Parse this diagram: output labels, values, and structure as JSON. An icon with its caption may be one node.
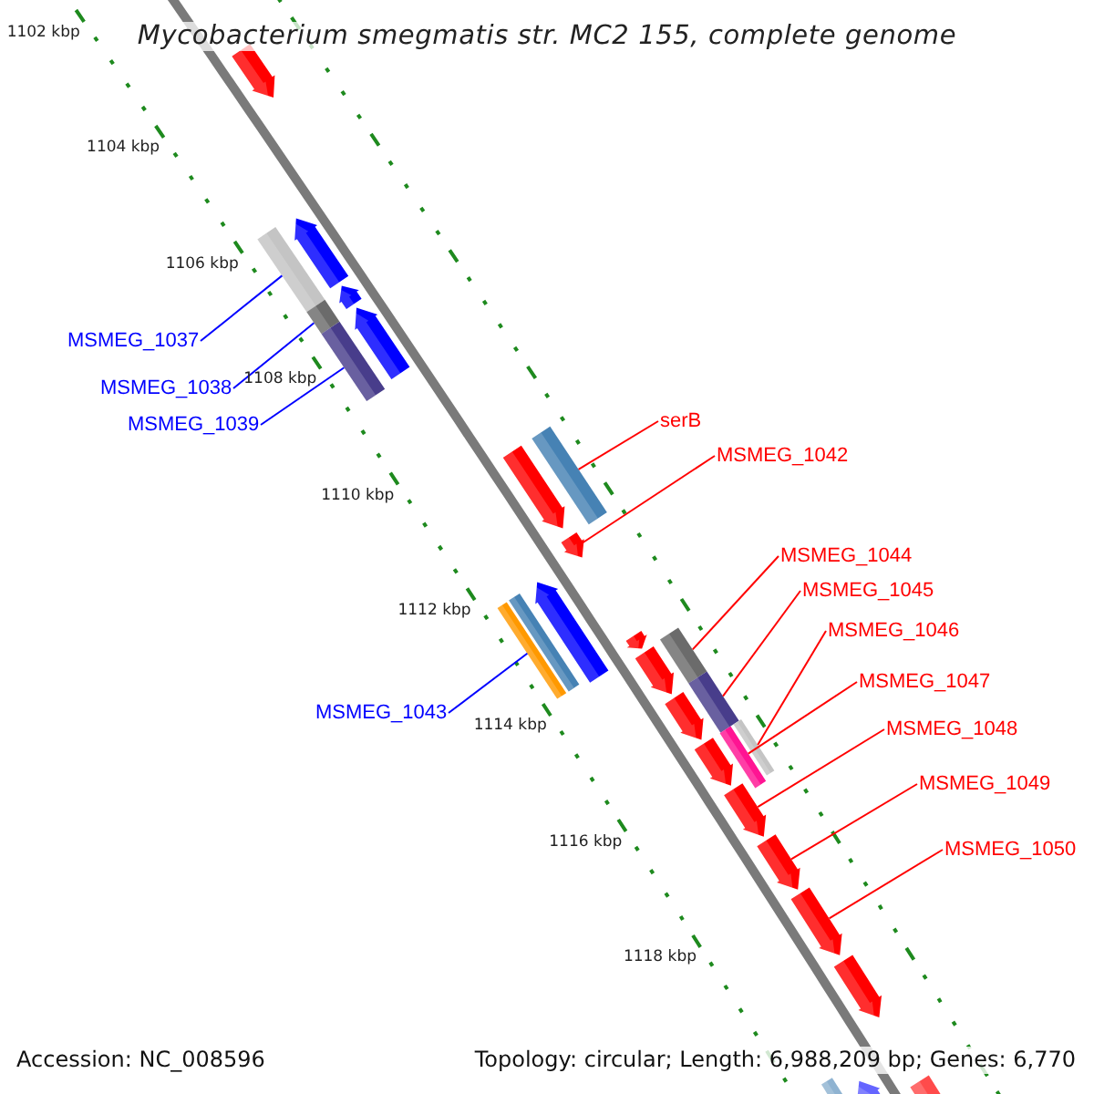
{
  "diagram": {
    "title": "Mycobacterium smegmatis str. MC2 155, complete genome",
    "nodes": [
      {
        "text": [
          "MSMEG_1037"
        ]
      },
      {
        "text": [
          "MSMEG_1038"
        ]
      },
      {
        "text": [
          "MSMEG_1039"
        ]
      },
      {
        "text": [
          "serB"
        ]
      },
      {
        "text": [
          "MSMEG_1042"
        ]
      },
      {
        "text": [
          "MSMEG_1044"
        ]
      },
      {
        "text": [
          "MSMEG_1045"
        ]
      },
      {
        "text": [
          "MSMEG_1046"
        ]
      },
      {
        "text": [
          "MSMEG_1047"
        ]
      },
      {
        "text": [
          "MSMEG_1043"
        ]
      },
      {
        "text": [
          "MSMEG_1048"
        ]
      },
      {
        "text": [
          "MSMEG_1049"
        ]
      },
      {
        "text": [
          "MSMEG_1050"
        ]
      },
      {
        "text": [],
        "shape": "bar"
      },
      {
        "text": [],
        "shape": "bar"
      },
      {
        "text": [],
        "shape": "bar"
      },
      {
        "text": [],
        "shape": "bar"
      },
      {
        "text": [],
        "shape": "bar"
      },
      {
        "text": [],
        "shape": "bar"
      },
      {
        "text": [],
        "shape": "bar"
      },
      {
        "text": [],
        "shape": "bar"
      },
      {
        "text": [],
        "shape": "bar"
      },
      {
        "text": [],
        "shape": "bar"
      },
      {
        "text": [],
        "shape": "bar"
      },
      {
        "text": [],
        "shape": "bar"
      },
      {
        "text": [],
        "shape": "bar"
      },
      {
        "text": [],
        "shape": "bar"
      },
      {
        "text": [],
        "shape": "bar"
      },
      {
        "text": [],
        "shape": "bar"
      },
      {
        "text": [],
        "shape": "bar"
      },
      {
        "text": [],
        "shape": "bar"
      },
      {
        "text": [],
        "shape": "bar"
      },
      {
        "text": [],
        "shape": "bar"
      },
      {
        "text": [],
        "shape": "bar"
      },
      {
        "text": [],
        "shape": "bar"
      },
      {
        "text": [],
        "shape": "bar"
      },
      {
        "text": [],
        "shape": "bar"
      },
      {
        "text": [],
        "shape": "bar"
      },
      {
        "text": [],
        "shape": "bar"
      },
      {
        "text": [],
        "shape": "bar"
      },
      {
        "text": [],
        "shape": "bar"
      }
    ],
    "edges": [
      {
        "from": 0,
        "to": 14,
        "arrow": "none",
        "color": "#0000ff"
      },
      {
        "from": 1,
        "to": 17,
        "arrow": "none",
        "color": "#0000ff"
      },
      {
        "from": 2,
        "to": 19,
        "arrow": "none",
        "color": "#0000ff"
      },
      {
        "from": 3,
        "to": 21,
        "arrow": "none"
      },
      {
        "from": 4,
        "to": 22,
        "arrow": "none"
      },
      {
        "from": 9,
        "to": 25,
        "arrow": "none",
        "color": "#0000ff"
      },
      {
        "from": 5,
        "to": 27,
        "arrow": "none"
      },
      {
        "from": 6,
        "to": 29,
        "arrow": "none"
      },
      {
        "from": 7,
        "to": 32,
        "arrow": "none"
      },
      {
        "from": 8,
        "to": 31,
        "arrow": "none"
      },
      {
        "from": 10,
        "to": 34,
        "arrow": "none"
      },
      {
        "from": 11,
        "to": 35,
        "arrow": "none"
      },
      {
        "from": 12,
        "to": 36,
        "arrow": "none"
      }
    ],
    "labels": [
      "1102 kbp",
      "1104 kbp",
      "1106 kbp",
      "1108 kbp",
      "1110 kbp",
      "1112 kbp",
      "1114 kbp",
      "1116 kbp",
      "1118 kbp",
      "Accession: NC_008596",
      "Topology: circular; Length: 6,988,209 bp; Genes: 6,770"
    ]
  }
}
